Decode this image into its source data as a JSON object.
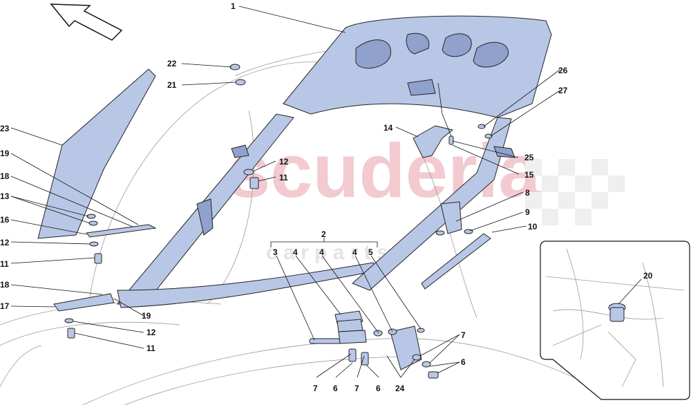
{
  "watermark": {
    "word": "scuderia",
    "sub": "c a r   p a r t s",
    "color": "#e8a0a8"
  },
  "callouts": [
    {
      "id": "c1",
      "text": "1"
    },
    {
      "id": "c22",
      "text": "22"
    },
    {
      "id": "c21",
      "text": "21"
    },
    {
      "id": "c23",
      "text": "23"
    },
    {
      "id": "c19a",
      "text": "19"
    },
    {
      "id": "c18a",
      "text": "18"
    },
    {
      "id": "c13",
      "text": "13"
    },
    {
      "id": "c16",
      "text": "16"
    },
    {
      "id": "c12a",
      "text": "12"
    },
    {
      "id": "c11a",
      "text": "11"
    },
    {
      "id": "c12b",
      "text": "12"
    },
    {
      "id": "c11b",
      "text": "11"
    },
    {
      "id": "c18b",
      "text": "18"
    },
    {
      "id": "c17",
      "text": "17"
    },
    {
      "id": "c19b",
      "text": "19"
    },
    {
      "id": "c12c",
      "text": "12"
    },
    {
      "id": "c11c",
      "text": "11"
    },
    {
      "id": "c14",
      "text": "14"
    },
    {
      "id": "c26",
      "text": "26"
    },
    {
      "id": "c27",
      "text": "27"
    },
    {
      "id": "c25",
      "text": "25"
    },
    {
      "id": "c15",
      "text": "15"
    },
    {
      "id": "c8",
      "text": "8"
    },
    {
      "id": "c9",
      "text": "9"
    },
    {
      "id": "c10",
      "text": "10"
    },
    {
      "id": "c2",
      "text": "2"
    },
    {
      "id": "c3",
      "text": "3"
    },
    {
      "id": "c4a",
      "text": "4"
    },
    {
      "id": "c4b",
      "text": "4"
    },
    {
      "id": "c4c",
      "text": "4"
    },
    {
      "id": "c5",
      "text": "5"
    },
    {
      "id": "c7a",
      "text": "7"
    },
    {
      "id": "c6a",
      "text": "6"
    },
    {
      "id": "c7b",
      "text": "7"
    },
    {
      "id": "c6b",
      "text": "6"
    },
    {
      "id": "c7c",
      "text": "7"
    },
    {
      "id": "c6c",
      "text": "6"
    },
    {
      "id": "c24",
      "text": "24"
    },
    {
      "id": "c20",
      "text": "20"
    }
  ],
  "colors": {
    "part": "#b9c7e6",
    "part_dark": "#8fa1cc",
    "ink": "#111111"
  }
}
